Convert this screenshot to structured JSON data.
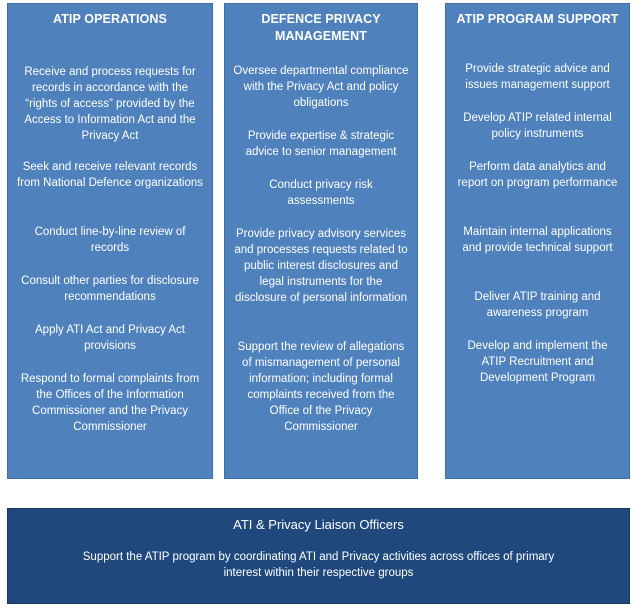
{
  "columns": [
    {
      "title": "ATIP OPERATIONS",
      "items": [
        "Receive and process requests for records in accordance with the “rights of access” provided by the Access to Information Act and the Privacy Act",
        "Seek and receive relevant records from National Defence organizations",
        "Conduct line-by-line review of records",
        "Consult other parties for disclosure recommendations",
        "Apply ATI Act and Privacy Act provisions",
        "Respond to formal complaints from the Offices of the Information Commissioner and the Privacy Commissioner"
      ]
    },
    {
      "title": "DEFENCE PRIVACY MANAGEMENT",
      "items": [
        "Oversee departmental compliance with the Privacy Act and policy obligations",
        "Provide expertise & strategic advice to senior management",
        "Conduct privacy risk assessments",
        "Provide privacy advisory services and processes requests related to public interest disclosures and legal instruments for the disclosure of personal information",
        "Support the review of allegations of mismanagement of personal information; including formal complaints received from the Office of the Privacy Commissioner"
      ]
    },
    {
      "title": "ATIP PROGRAM SUPPORT",
      "items": [
        "Provide strategic advice and issues management support",
        "Develop ATIP related internal policy instruments",
        "Perform data analytics and report on program performance",
        "Maintain internal applications and provide technical support",
        "Deliver ATIP training and awareness program",
        "Develop and implement the ATIP Recruitment and Development Program"
      ]
    }
  ],
  "liaison": {
    "title": "ATI & Privacy Liaison Officers",
    "description": "Support the ATIP program by coordinating ATI and Privacy activities across offices of primary interest within their respective groups"
  },
  "colors": {
    "column_fill": "#4f81bd",
    "bottom_fill": "#1f497d",
    "text": "#ffffff"
  }
}
